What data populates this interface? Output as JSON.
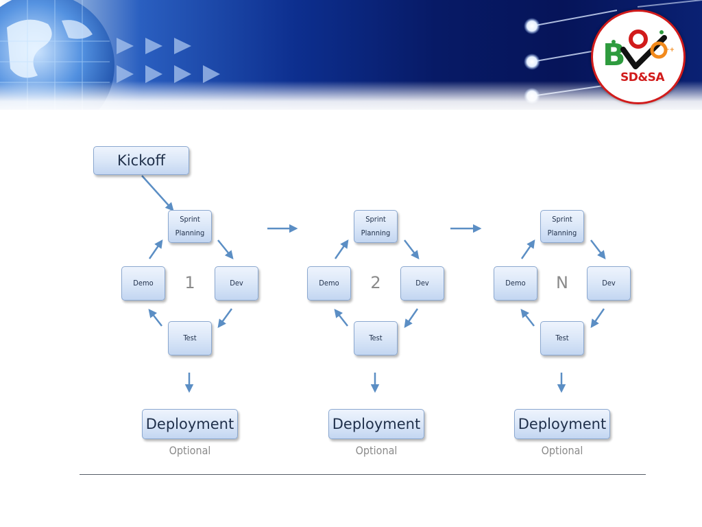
{
  "logo": {
    "text": "SD&SA"
  },
  "kickoff": {
    "label": "Kickoff"
  },
  "iterations": [
    {
      "label": "1",
      "sprint_planning": "Sprint\nPlanning",
      "dev": "Dev",
      "test": "Test",
      "demo": "Demo",
      "deployment": "Deployment",
      "optional": "Optional"
    },
    {
      "label": "2",
      "sprint_planning": "Sprint\nPlanning",
      "dev": "Dev",
      "test": "Test",
      "demo": "Demo",
      "deployment": "Deployment",
      "optional": "Optional"
    },
    {
      "label": "N",
      "sprint_planning": "Sprint\nPlanning",
      "dev": "Dev",
      "test": "Test",
      "demo": "Demo",
      "deployment": "Deployment",
      "optional": "Optional"
    }
  ],
  "colors": {
    "arrow": "#5b8ec4",
    "box_border": "#8aa7cf",
    "logo_red": "#d11b1b",
    "logo_green": "#2e9b3e"
  }
}
